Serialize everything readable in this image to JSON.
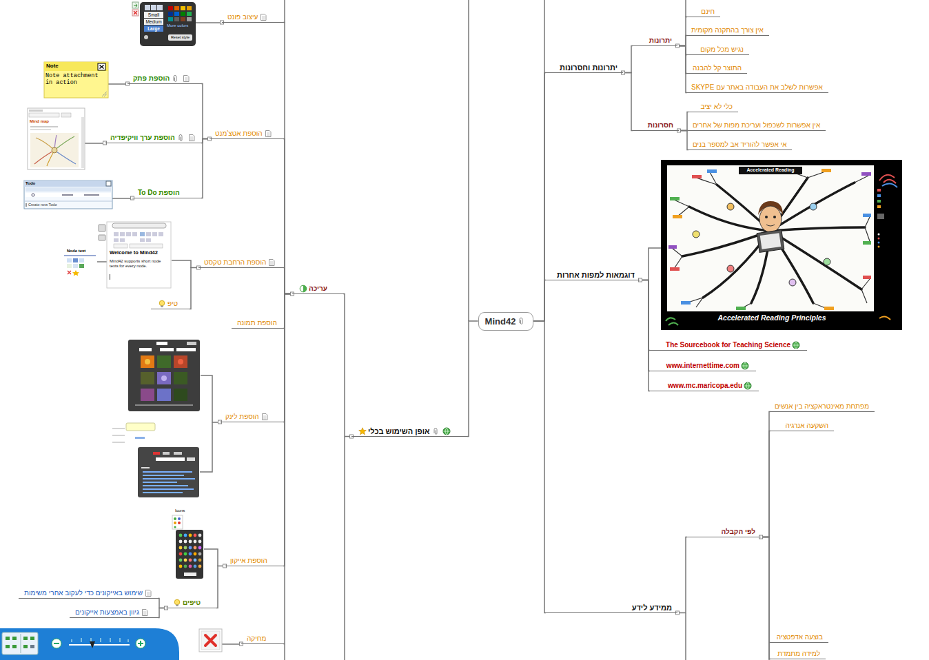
{
  "diagram": {
    "nodes": [
      {
        "text": [
          "Mind42"
        ]
      },
      {
        "text": [
          "אופן השימוש בכלי"
        ]
      },
      {
        "text": [
          "עריכה"
        ]
      },
      {
        "text": [
          "עיצוב פונט"
        ]
      },
      {
        "text": [
          "הוספת אטצ'מנט"
        ]
      },
      {
        "text": [
          "הוספת פתק"
        ]
      },
      {
        "text": [
          "הוספת ערך וויקיפדיה"
        ]
      },
      {
        "text": [
          "הוספת To Do"
        ]
      },
      {
        "text": [
          "הוספת הרחבת טקסט"
        ]
      },
      {
        "text": [
          "טיפ"
        ]
      },
      {
        "text": [
          "הוספת תמונה"
        ]
      },
      {
        "text": [
          "הוספת לינק"
        ]
      },
      {
        "text": [
          "הוספת אייקון"
        ]
      },
      {
        "text": [
          "טיפים"
        ]
      },
      {
        "text": [
          "שימוש באייקונים כדי לעקוב אחרי משימות"
        ]
      },
      {
        "text": [
          "גיוון באמצעות אייקונים"
        ]
      },
      {
        "text": [
          "מחיקה"
        ]
      },
      {
        "text": [
          "יתרונות וחסרונות"
        ]
      },
      {
        "text": [
          "יתרונות"
        ]
      },
      {
        "text": [
          "חינם"
        ]
      },
      {
        "text": [
          "אין צורך בהתקנה מקומית"
        ]
      },
      {
        "text": [
          "נגיש מכל מקום"
        ]
      },
      {
        "text": [
          "התוצר קל להבנה"
        ]
      },
      {
        "text": [
          "אפשרות לשלב את העבודה באתר עם SKYPE"
        ]
      },
      {
        "text": [
          "חסרונות"
        ]
      },
      {
        "text": [
          "כלי לא יציב"
        ]
      },
      {
        "text": [
          "אין אפשרות לשכפול ועריכת מפות של אחרים"
        ]
      },
      {
        "text": [
          "אי אפשר להוריד אב למספר בנים"
        ]
      },
      {
        "text": [
          "דוגמאות למפות אחרות"
        ]
      },
      {
        "text": [
          "The Sourcebook for Teaching Science"
        ]
      },
      {
        "text": [
          "www.internettime.com"
        ]
      },
      {
        "text": [
          "www.mc.maricopa.edu"
        ]
      },
      {
        "text": [
          "ממידע לידע"
        ]
      },
      {
        "text": [
          "לפי הקבלה"
        ]
      },
      {
        "text": [
          "מפתחת מאינטראקציה בין אנשים"
        ]
      },
      {
        "text": [
          "השקעה אנרגיה"
        ]
      },
      {
        "text": [
          "בוצעה אדפטציה"
        ]
      },
      {
        "text": [
          "למידה מתמדת"
        ]
      }
    ],
    "edges": [
      {
        "from": 0,
        "to": 1,
        "arrow": "none"
      },
      {
        "from": 1,
        "to": 2,
        "arrow": "none"
      },
      {
        "from": 2,
        "to": 3,
        "arrow": "none"
      },
      {
        "from": 2,
        "to": 4,
        "arrow": "none"
      },
      {
        "from": 4,
        "to": 5,
        "arrow": "none"
      },
      {
        "from": 4,
        "to": 6,
        "arrow": "none"
      },
      {
        "from": 4,
        "to": 7,
        "arrow": "none"
      },
      {
        "from": 2,
        "to": 8,
        "arrow": "none"
      },
      {
        "from": 8,
        "to": 9,
        "arrow": "none"
      },
      {
        "from": 2,
        "to": 10,
        "arrow": "none"
      },
      {
        "from": 2,
        "to": 11,
        "arrow": "none"
      },
      {
        "from": 2,
        "to": 12,
        "arrow": "none"
      },
      {
        "from": 12,
        "to": 13,
        "arrow": "none"
      },
      {
        "from": 13,
        "to": 14,
        "arrow": "none"
      },
      {
        "from": 13,
        "to": 15,
        "arrow": "none"
      },
      {
        "from": 2,
        "to": 16,
        "arrow": "none"
      },
      {
        "from": 0,
        "to": 17,
        "arrow": "none"
      },
      {
        "from": 17,
        "to": 18,
        "arrow": "none"
      },
      {
        "from": 18,
        "to": 19,
        "arrow": "none"
      },
      {
        "from": 18,
        "to": 20,
        "arrow": "none"
      },
      {
        "from": 18,
        "to": 21,
        "arrow": "none"
      },
      {
        "from": 18,
        "to": 22,
        "arrow": "none"
      },
      {
        "from": 18,
        "to": 23,
        "arrow": "none"
      },
      {
        "from": 17,
        "to": 24,
        "arrow": "none"
      },
      {
        "from": 24,
        "to": 25,
        "arrow": "none"
      },
      {
        "from": 24,
        "to": 26,
        "arrow": "none"
      },
      {
        "from": 24,
        "to": 27,
        "arrow": "none"
      },
      {
        "from": 0,
        "to": 28,
        "arrow": "none"
      },
      {
        "from": 28,
        "to": 29,
        "arrow": "none"
      },
      {
        "from": 28,
        "to": 30,
        "arrow": "none"
      },
      {
        "from": 28,
        "to": 31,
        "arrow": "none"
      },
      {
        "from": 0,
        "to": 32,
        "arrow": "none"
      },
      {
        "from": 32,
        "to": 33,
        "arrow": "none"
      },
      {
        "from": 33,
        "to": 34,
        "arrow": "none"
      },
      {
        "from": 33,
        "to": 35,
        "arrow": "none"
      },
      {
        "from": 33,
        "to": 36,
        "arrow": "none"
      },
      {
        "from": 33,
        "to": 37,
        "arrow": "none"
      }
    ],
    "labels": [
      "Small",
      "Medium",
      "Large",
      "More colors",
      "Reset style",
      "Note",
      "Note attachment in action",
      "Mind map",
      "Todo",
      "Create new Todo",
      "Node text",
      "Welcome to Mind42",
      "Mind42 supports short node texts for every node.",
      "Icons",
      "Accelerated Reading",
      "Accelerated Reading Principles"
    ]
  }
}
